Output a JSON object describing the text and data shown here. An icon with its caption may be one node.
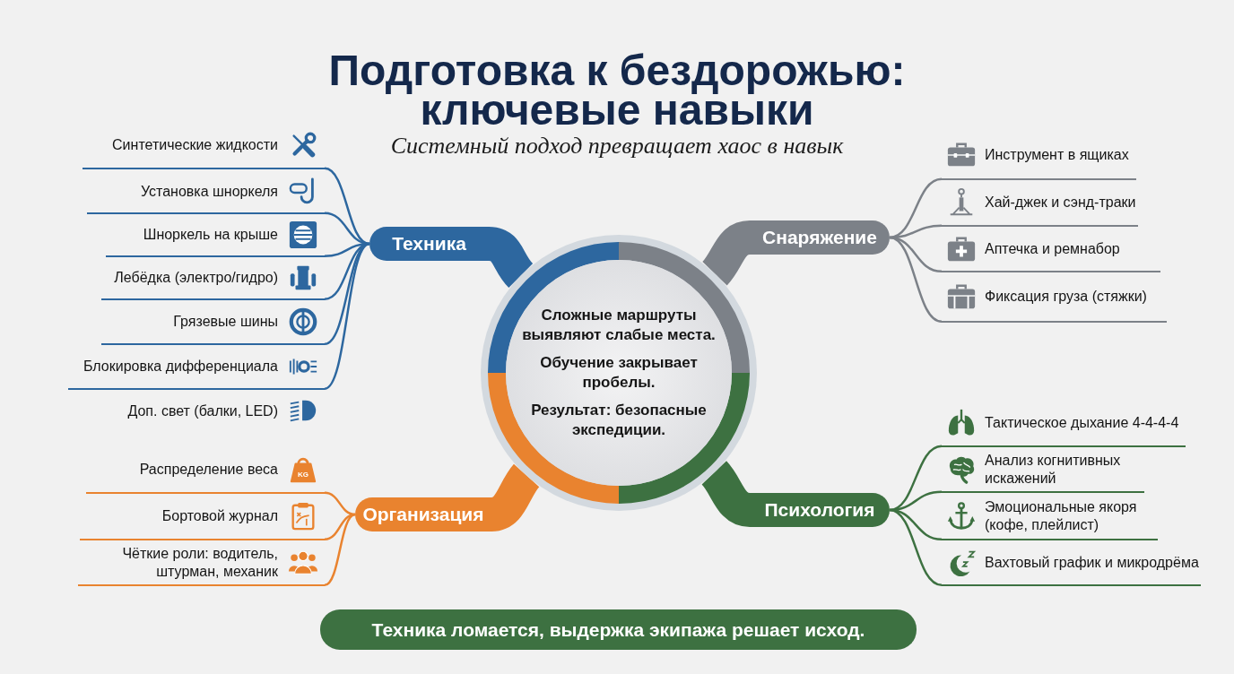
{
  "diagram": {
    "title": "Подготовка к бездорожью: ключевые навыки",
    "nodes": [
      {
        "text": [
          "Сложные маршруты выявляют слабые места.",
          "Обучение закрывает пробелы.",
          "Результат: безопасные экспедиции."
        ]
      },
      {
        "text": [
          "Техника"
        ]
      },
      {
        "text": [
          "Снаряжение"
        ]
      },
      {
        "text": [
          "Организация"
        ]
      },
      {
        "text": [
          "Психология"
        ]
      },
      {
        "text": [
          "Синтетические жидкости"
        ]
      },
      {
        "text": [
          "Установка шноркеля"
        ]
      },
      {
        "text": [
          "Шноркель на крыше"
        ]
      },
      {
        "text": [
          "Лебёдка (электро/гидро)"
        ]
      },
      {
        "text": [
          "Грязевые шины"
        ]
      },
      {
        "text": [
          "Блокировка дифференциала"
        ]
      },
      {
        "text": [
          "Доп. свет (балки, LED)"
        ]
      },
      {
        "text": [
          "Инструмент в ящиках"
        ]
      },
      {
        "text": [
          "Хай-джек и сэнд-траки"
        ]
      },
      {
        "text": [
          "Аптечка и ремнабор"
        ]
      },
      {
        "text": [
          "Фиксация груза (стяжки)"
        ]
      },
      {
        "text": [
          "Распределение веса"
        ]
      },
      {
        "text": [
          "Бортовой журнал"
        ]
      },
      {
        "text": [
          "Чёткие роли: водитель, штурман, механик"
        ]
      },
      {
        "text": [
          "Тактическое дыхание 4-4-4-4"
        ]
      },
      {
        "text": [
          "Анализ когнитивных искажений"
        ]
      },
      {
        "text": [
          "Эмоциональные якоря (кофе, плейлист)"
        ]
      },
      {
        "text": [
          "Вахтовый график и микродрёма"
        ]
      },
      {
        "text": [
          "Техника ломается, выдержка экипажа решает исход."
        ]
      }
    ],
    "edges": [
      {
        "from": 0,
        "to": 1,
        "arrow": "none",
        "style": "thick",
        "color": "#2d679f"
      },
      {
        "from": 0,
        "to": 2,
        "arrow": "none",
        "style": "thick",
        "color": "#7c8188"
      },
      {
        "from": 0,
        "to": 3,
        "arrow": "none",
        "style": "thick",
        "color": "#e9832f"
      },
      {
        "from": 0,
        "to": 4,
        "arrow": "none",
        "style": "thick",
        "color": "#3d7141"
      },
      {
        "from": 1,
        "to": 5,
        "arrow": "none",
        "color": "#2d679f"
      },
      {
        "from": 1,
        "to": 6,
        "arrow": "none",
        "color": "#2d679f"
      },
      {
        "from": 1,
        "to": 7,
        "arrow": "none",
        "color": "#2d679f"
      },
      {
        "from": 1,
        "to": 8,
        "arrow": "none",
        "color": "#2d679f"
      },
      {
        "from": 1,
        "to": 9,
        "arrow": "none",
        "color": "#2d679f"
      },
      {
        "from": 1,
        "to": 10,
        "arrow": "none",
        "color": "#2d679f"
      },
      {
        "from": 2,
        "to": 12,
        "arrow": "none",
        "color": "#7c8188"
      },
      {
        "from": 2,
        "to": 13,
        "arrow": "none",
        "color": "#7c8188"
      },
      {
        "from": 2,
        "to": 14,
        "arrow": "none",
        "color": "#7c8188"
      },
      {
        "from": 2,
        "to": 15,
        "arrow": "none",
        "color": "#7c8188"
      },
      {
        "from": 3,
        "to": 16,
        "arrow": "none",
        "color": "#e9832f"
      },
      {
        "from": 3,
        "to": 17,
        "arrow": "none",
        "color": "#e9832f"
      },
      {
        "from": 3,
        "to": 18,
        "arrow": "none",
        "color": "#e9832f"
      },
      {
        "from": 4,
        "to": 19,
        "arrow": "none",
        "color": "#3d7141"
      },
      {
        "from": 4,
        "to": 20,
        "arrow": "none",
        "color": "#3d7141"
      },
      {
        "from": 4,
        "to": 21,
        "arrow": "none",
        "color": "#3d7141"
      },
      {
        "from": 4,
        "to": 22,
        "arrow": "none",
        "color": "#3d7141"
      }
    ],
    "labels": [
      "Системный подход превращает хаос в навык",
      "KG"
    ]
  }
}
